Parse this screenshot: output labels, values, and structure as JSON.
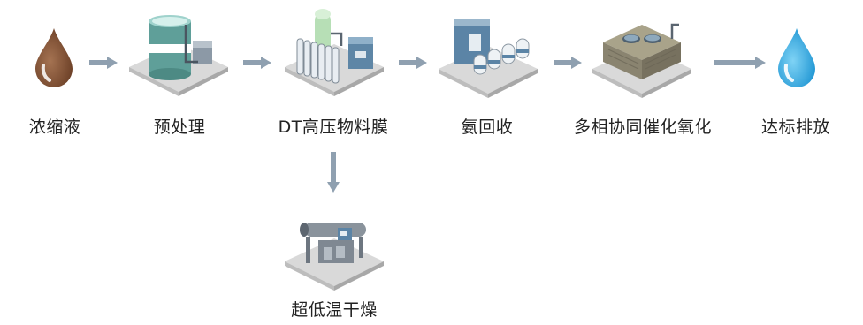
{
  "steps": [
    {
      "label": "浓缩液",
      "icon": "brown-droplet-icon"
    },
    {
      "label": "预处理",
      "icon": "pretreatment-tank-icon"
    },
    {
      "label": "DT高压物料膜",
      "icon": "membrane-unit-icon"
    },
    {
      "label": "氨回收",
      "icon": "ammonia-recovery-icon"
    },
    {
      "label": "多相协同催化氧化",
      "icon": "catalytic-oxidation-icon"
    },
    {
      "label": "达标排放",
      "icon": "blue-droplet-icon"
    }
  ],
  "branch": {
    "label": "超低温干燥",
    "icon": "low-temp-dryer-icon"
  },
  "colors": {
    "arrow": "#8fa0b0",
    "brown_drop": "#8b5a3c",
    "blue_drop": "#29a8e0",
    "platform": "#d9d9d9"
  }
}
